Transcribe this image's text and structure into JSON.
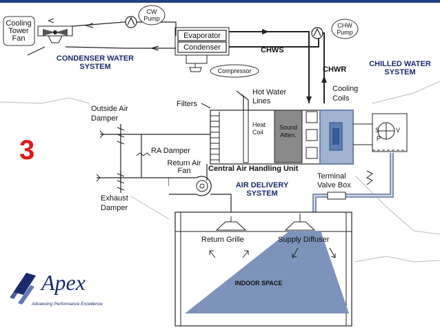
{
  "slide": {
    "number": "3",
    "accent_color": "#e01818",
    "top_bar_color": "#1f3f86"
  },
  "labels": {
    "cooling_tower_fan": [
      "Cooling",
      "Tower",
      "Fan"
    ],
    "cw_pump": [
      "CW",
      "Pump"
    ],
    "evaporator": "Evaporator",
    "condenser": "Condenser",
    "chw_pump": [
      "CHW",
      "Pump"
    ],
    "chws": "CHWS",
    "chwr": "CHWR",
    "condenser_water_system": [
      "CONDENSER WATER",
      "SYSTEM"
    ],
    "compressor": "Compressor",
    "chilled_water_system": [
      "CHILLED WATER",
      "SYSTEM"
    ],
    "hot_water_lines": [
      "Hot Water",
      "Lines"
    ],
    "cooling_coils": [
      "Cooling",
      "Coils"
    ],
    "filters": "Filters",
    "outside_air_damper": [
      "Outside Air",
      "Damper"
    ],
    "heat_coil": [
      "Heat",
      "Coil"
    ],
    "sound_atten": [
      "Sound",
      "Atten."
    ],
    "ra_damper": "RA Damper",
    "return_air_fan": [
      "Return Air",
      "Fan"
    ],
    "central_ahu": "Central Air Handling Unit",
    "terminal_valve_box": [
      "Terminal",
      "Valve Box"
    ],
    "air_delivery_system": [
      "AIR DELIVERY",
      "SYSTEM"
    ],
    "exhaust_damper": [
      "Exhaust",
      "Damper"
    ],
    "return_grille": "Return Grille",
    "supply_diffuser": "Supply Diffuser",
    "indoor_space": "INDOOR SPACE",
    "vav_letters": [
      "S",
      "V",
      "P"
    ]
  },
  "logo": {
    "name": "Apex",
    "tagline": "Advancing Performance Excellence",
    "color": "#1a2a6e"
  }
}
